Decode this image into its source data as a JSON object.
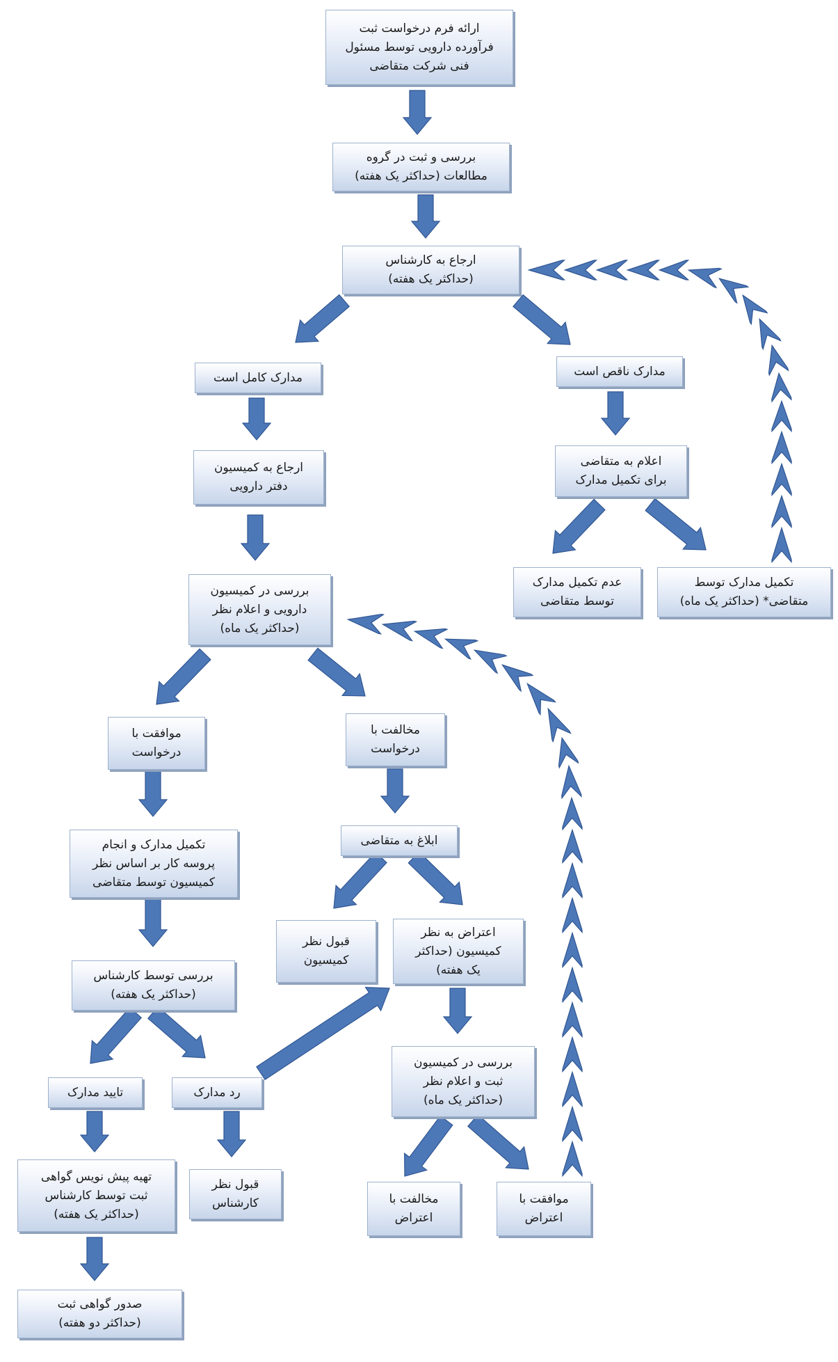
{
  "colors": {
    "arrow": "#4d78b8",
    "arrow_edge": "#2f5591",
    "node_border": "#9db1cd"
  },
  "nodes": {
    "n1": "ارائه فرم درخواست ثبت\nفرآورده دارویی توسط مسئول\nفنی شرکت متقاضی",
    "n2": "بررسی و ثبت در گروه\nمطالعات (حداکثر یک هفته)",
    "n3": "ارجاع به کارشناس\n(حداکثر یک هفته)",
    "n4": "مدارک کامل است",
    "n5": "مدارک ناقص است",
    "n6": "ارجاع به کمیسیون\nدفتر دارویی",
    "n7": "اعلام به متقاضی\nبرای تکمیل مدارک",
    "n8": "عدم تکمیل مدارک\nتوسط متقاضی",
    "n9": "تکمیل مدارک توسط\nمتقاضی* (حداکثر یک ماه)",
    "n10": "بررسی در کمیسیون\nدارویی و اعلام نظر\n(حداکثر یک ماه)",
    "n11": "موافقت با\nدرخواست",
    "n12": "مخالفت با\nدرخواست",
    "n13": "تکمیل مدارک و انجام\nپروسه کار بر اساس نظر\nکمیسیون توسط متقاضی",
    "n14": "ابلاغ به متقاضی",
    "n15": "قبول نظر\nکمیسیون",
    "n16": "اعتراض به نظر\nکمیسیون (حداکثر\nیک هفته)",
    "n17": "بررسی توسط کارشناس\n(حداکثر یک هفته)",
    "n18": "تایید مدارک",
    "n19": "رد مدارک",
    "n20": "بررسی در کمیسیون\nثبت و اعلام نظر\n(حداکثر یک ماه)",
    "n21": "تهیه پیش نویس گواهی\nثبت توسط کارشناس\n(حداکثر یک هفته)",
    "n22": "قبول نظر\nکارشناس",
    "n23": "مخالفت با\nاعتراض",
    "n24": "موافقت با\nاعتراض",
    "n25": "صدور گواهی ثبت\n(حداکثر دو هفته)"
  }
}
